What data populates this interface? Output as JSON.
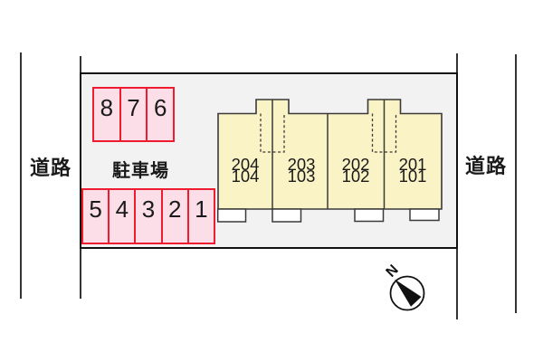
{
  "roads": {
    "left_label": "道路",
    "right_label": "道路"
  },
  "site": {
    "parking_area_label": "駐車場"
  },
  "parking": {
    "row_top": {
      "spaces": [
        "8",
        "7",
        "6"
      ]
    },
    "row_bottom": {
      "spaces": [
        "5",
        "4",
        "3",
        "2",
        "1"
      ]
    }
  },
  "building": {
    "units": [
      {
        "upper": "204",
        "lower": "104"
      },
      {
        "upper": "203",
        "lower": "103"
      },
      {
        "upper": "202",
        "lower": "102"
      },
      {
        "upper": "201",
        "lower": "101"
      }
    ]
  },
  "compass": {
    "north_label": "N"
  },
  "colors": {
    "site_fill": "#f2f2f2",
    "site_border": "#111111",
    "parking_fill": "#fbdee8",
    "parking_border": "#ee1c2e",
    "building_fill": "#faf3c6",
    "building_outline": "#3a3a3a",
    "road_line": "#333333",
    "text": "#1a1a1a"
  }
}
